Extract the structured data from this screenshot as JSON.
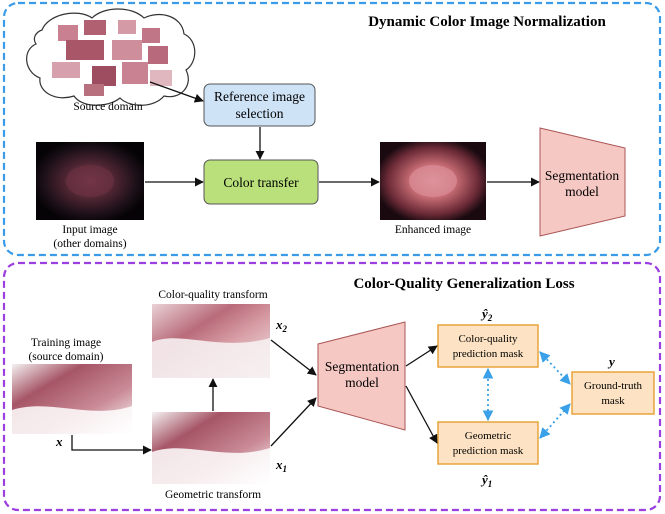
{
  "panels": {
    "top_title": "Dynamic Color Image Normalization",
    "bottom_title": "Color-Quality Generalization Loss"
  },
  "top": {
    "source_domain": "Source domain",
    "reference_selection_line1": "Reference image",
    "reference_selection_line2": "selection",
    "color_transfer": "Color transfer",
    "input_image_line1": "Input image",
    "input_image_line2": "(other domains)",
    "enhanced_image": "Enhanced image",
    "segmentation_line1": "Segmentation",
    "segmentation_line2": "model"
  },
  "bottom": {
    "color_quality_transform": "Color-quality transform",
    "training_image_line1": "Training image",
    "training_image_line2": "(source domain)",
    "geometric_transform": "Geometric transform",
    "x": "x",
    "x1": "x",
    "x1_sub": "1",
    "x2": "x",
    "x2_sub": "2",
    "segmentation_line1": "Segmentation",
    "segmentation_line2": "model",
    "cq_mask_line1": "Color-quality",
    "cq_mask_line2": "prediction mask",
    "geo_mask_line1": "Geometric",
    "geo_mask_line2": "prediction mask",
    "gt_line1": "Ground-truth",
    "gt_line2": "mask",
    "y": "y",
    "y_hat": "ŷ",
    "y_hat2_sub": "2",
    "y_hat1_sub": "1"
  },
  "colors": {
    "top_border": "#3a9be8",
    "bottom_border": "#9b3fe0",
    "reference_box_fill": "#cfe3f7",
    "color_transfer_fill": "#b9e07a",
    "segmentation_fill": "#f6c8c4",
    "mask_fill": "#fde3c3",
    "mask_border": "#e8a33a",
    "dotted_arrow": "#3aa0e8"
  }
}
